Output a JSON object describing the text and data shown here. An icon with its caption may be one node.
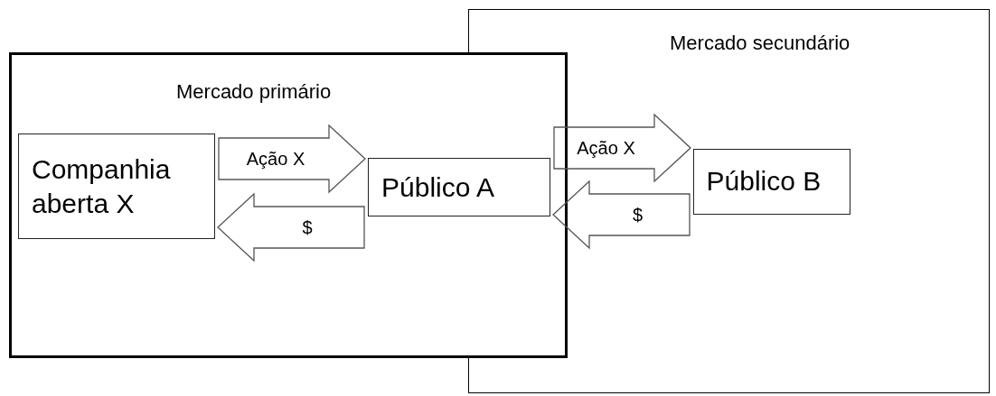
{
  "diagram": {
    "nodes": [
      {
        "text": [
          "Mercado primário"
        ]
      },
      {
        "text": [
          "Companhia aberta X"
        ],
        "in": 0
      },
      {
        "text": [
          "Público A"
        ],
        "in": 0
      },
      {
        "text": [
          "Mercado secundário"
        ]
      },
      {
        "text": [
          "Público B"
        ],
        "in": 3
      }
    ],
    "edges": [
      {
        "from": 1,
        "to": 2,
        "arrow": "to",
        "label": "Ação X"
      },
      {
        "from": 2,
        "to": 1,
        "arrow": "to",
        "label": "$"
      },
      {
        "from": 2,
        "to": 4,
        "arrow": "to",
        "label": "Ação X"
      },
      {
        "from": 4,
        "to": 2,
        "arrow": "to",
        "label": "$"
      }
    ]
  }
}
